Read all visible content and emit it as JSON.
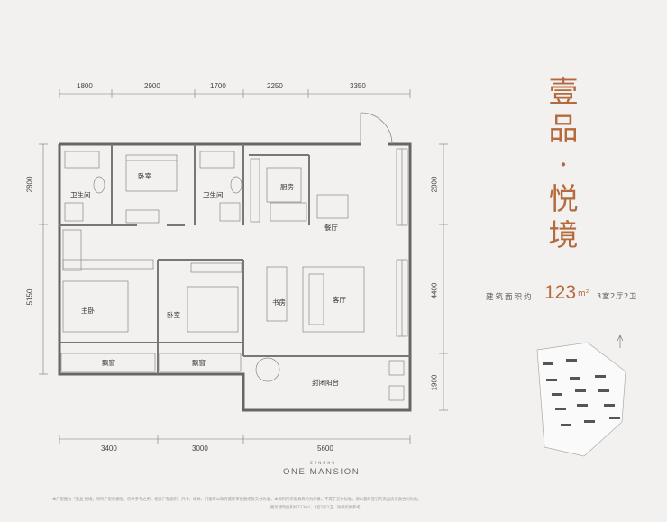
{
  "project_title": [
    "壹",
    "品",
    "·",
    "悦",
    "境"
  ],
  "area": {
    "label": "建筑面积约",
    "value": "123",
    "unit": "m²"
  },
  "layout": "3室2厅2卫",
  "brand": {
    "small": "ZENGHU",
    "name": "ONE MANSION"
  },
  "dimensions": {
    "top": [
      "1800",
      "2900",
      "1700",
      "2250",
      "3350"
    ],
    "bottom": [
      "3400",
      "3000",
      "5600"
    ],
    "left": [
      "2800",
      "5150"
    ],
    "right": [
      "2800",
      "4400",
      "1900"
    ]
  },
  "rooms": {
    "bedroom_top": "卧室",
    "bathroom_left": "卫生间",
    "bathroom_mid": "卫生间",
    "kitchen": "厨房",
    "dining": "餐厅",
    "master": "主卧",
    "bedroom_mid": "卧室",
    "study": "书房",
    "living": "客厅",
    "bay_left": "飘窗",
    "bay_mid": "飘窗",
    "balcony": "封闭阳台"
  },
  "disclaimer_lines": [
    "本户型图为「壹品·悦境」项目户型示意图，仅供参考之用，相关户型面积、尺寸、墙体、门窗等以政府最终审批图纸及交付为准，本资料所示家具等均为示意，不属于交付标准，请以最终签订的商品房买卖合同为准。",
    "图示建筑面积约123m²，3室2厅2卫，效果仅供参考。"
  ]
}
